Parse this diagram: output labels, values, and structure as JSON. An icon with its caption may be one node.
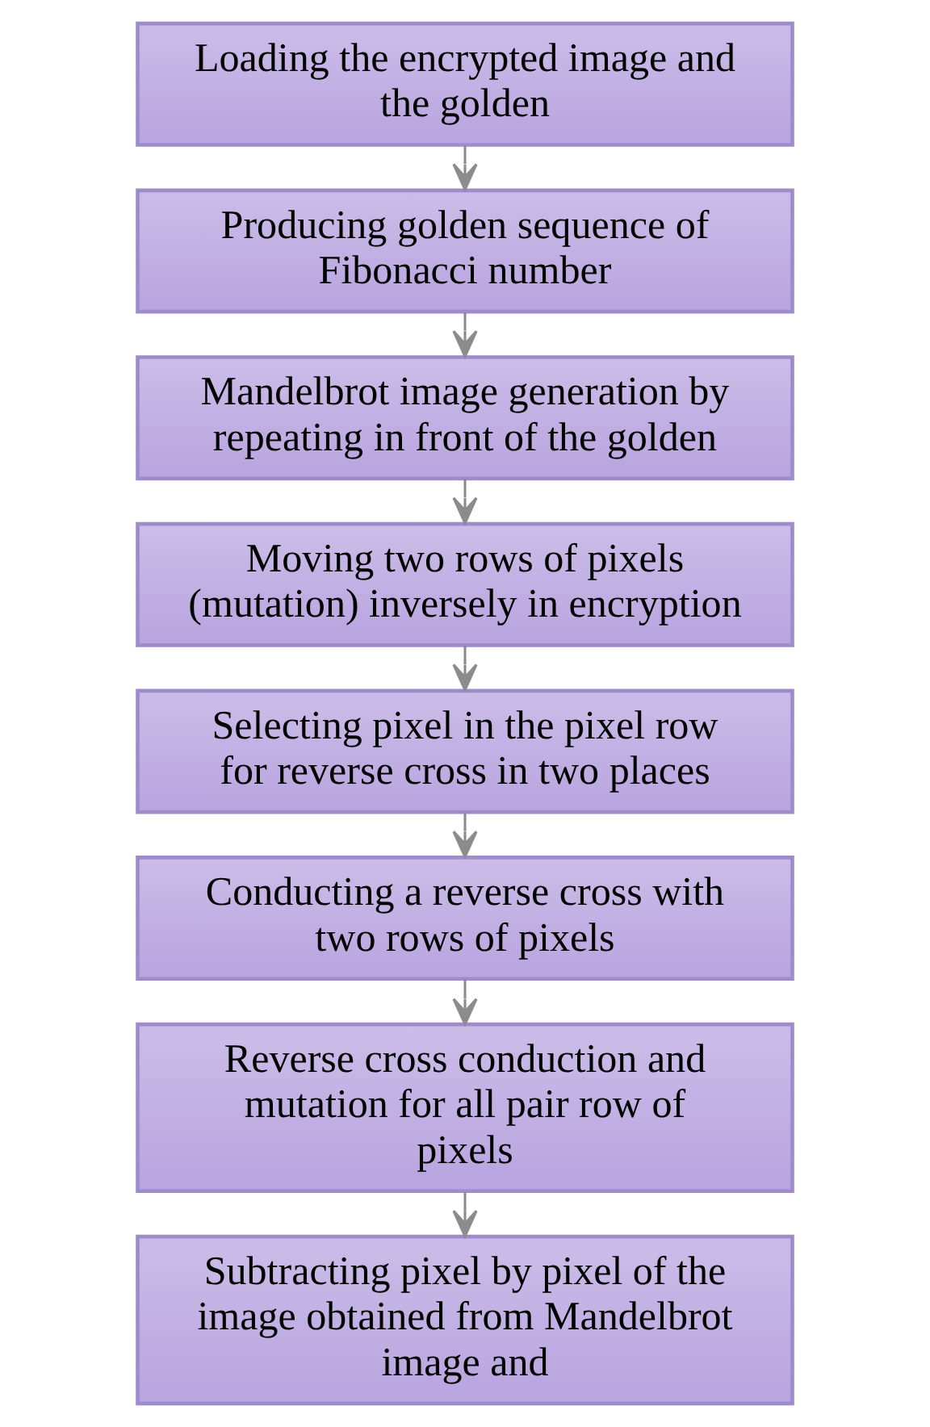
{
  "diagram": {
    "nodes": [
      {
        "text": [
          "Loading the encrypted image and the golden"
        ]
      },
      {
        "text": [
          "Producing golden sequence of Fibonacci number"
        ]
      },
      {
        "text": [
          "Mandelbrot image generation by repeating in front of the golden"
        ]
      },
      {
        "text": [
          "Moving two rows of pixels (mutation) inversely in encryption"
        ]
      },
      {
        "text": [
          "Selecting pixel in the pixel row for reverse cross in two places"
        ]
      },
      {
        "text": [
          "Conducting a reverse cross with two rows of pixels"
        ]
      },
      {
        "text": [
          "Reverse cross conduction and mutation for all pair row of pixels"
        ]
      },
      {
        "text": [
          "Subtracting pixel by pixel of the image obtained from Mandelbrot image and"
        ]
      }
    ],
    "edges": [
      {
        "from": 0,
        "to": 1,
        "arrow": "to"
      },
      {
        "from": 1,
        "to": 2,
        "arrow": "to"
      },
      {
        "from": 2,
        "to": 3,
        "arrow": "to"
      },
      {
        "from": 3,
        "to": 4,
        "arrow": "to"
      },
      {
        "from": 4,
        "to": 5,
        "arrow": "to"
      },
      {
        "from": 5,
        "to": 6,
        "arrow": "to"
      },
      {
        "from": 6,
        "to": 7,
        "arrow": "to"
      }
    ]
  }
}
